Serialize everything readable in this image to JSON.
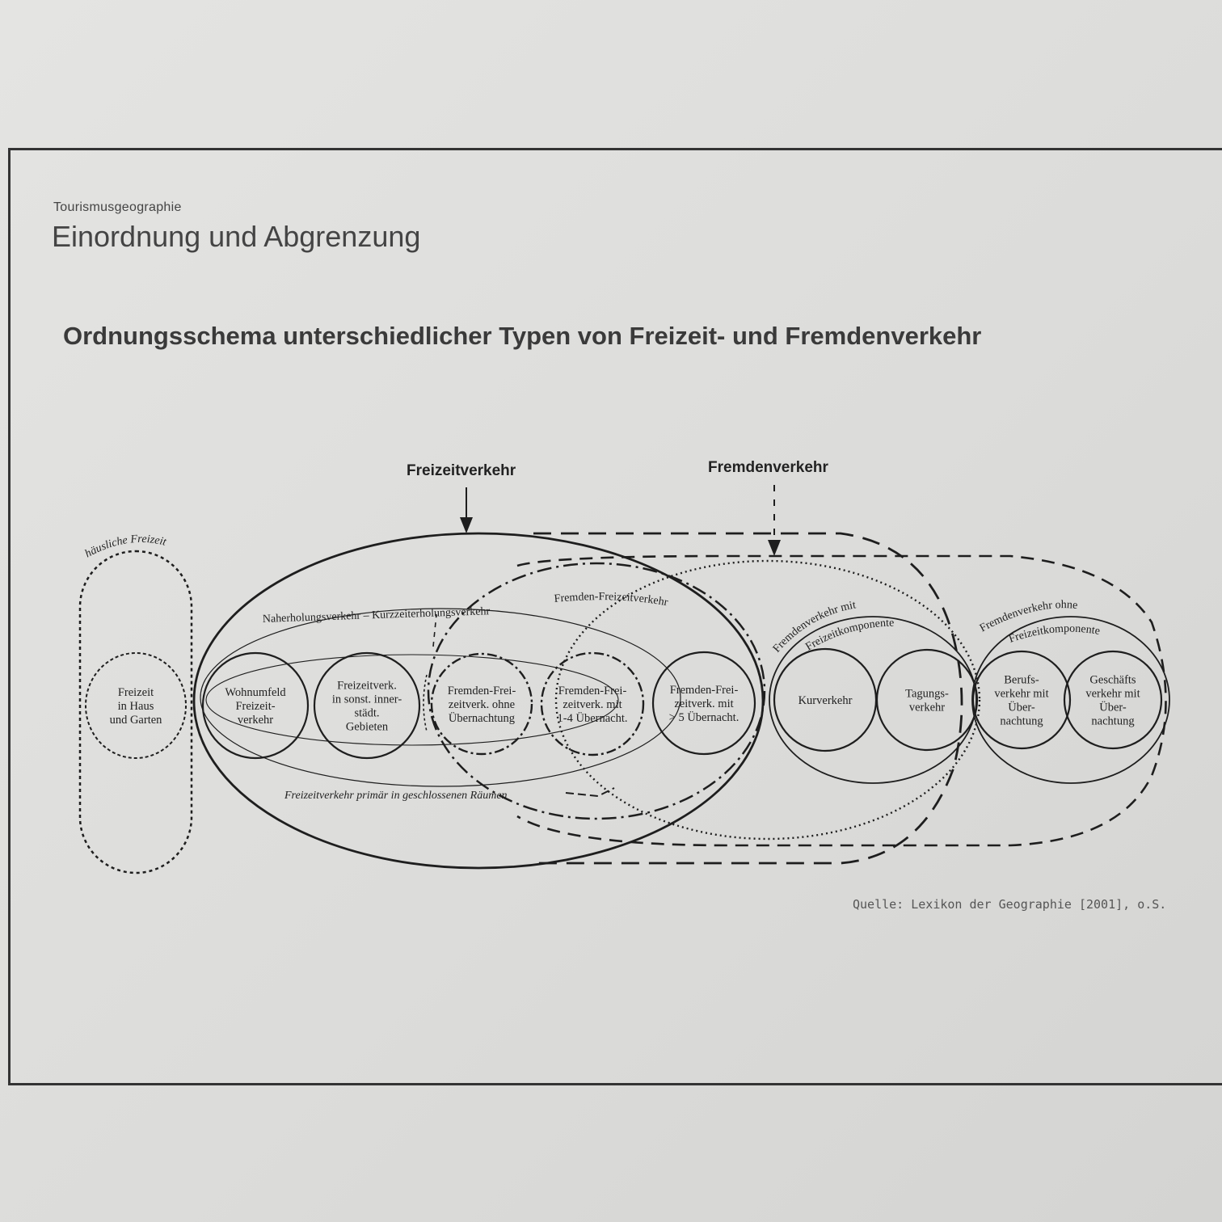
{
  "header": {
    "subtitle": "Tourismusgeographie",
    "title": "Einordnung und Abgrenzung"
  },
  "diagram": {
    "heading": "Ordnungsschema unterschiedlicher Typen von Freizeit- und Fremdenverkehr",
    "top_labels": {
      "freizeitverkehr": "Freizeitverkehr",
      "fremdenverkehr": "Fremdenverkehr"
    },
    "capsule_label": "häusliche Freizeit",
    "band_labels": {
      "naherholung": "Naherholungsverkehr – Kurzzeiterholungsverkehr",
      "fremden_freizeit": "Fremden-Freizeitverkehr",
      "geschlossene_raeume": "Freizeitverkehr primär in geschlossenen Räumen",
      "mit_freizeitkomponente_1": "Fremdenverkehr mit",
      "mit_freizeitkomponente_2": "Freizeitkomponente",
      "ohne_freizeitkomponente_1": "Fremdenverkehr ohne",
      "ohne_freizeitkomponente_2": "Freizeitkomponente"
    },
    "nodes": [
      {
        "lines": [
          "Freizeit",
          "in Haus",
          "und Garten"
        ]
      },
      {
        "lines": [
          "Wohnumfeld",
          "Freizeit-",
          "verkehr"
        ]
      },
      {
        "lines": [
          "Freizeitverk.",
          "in sonst. inner-",
          "städt.",
          "Gebieten"
        ]
      },
      {
        "lines": [
          "Fremden-Frei-",
          "zeitverk. ohne",
          "Übernachtung"
        ]
      },
      {
        "lines": [
          "Fremden-Frei-",
          "zeitverk. mit",
          "1-4 Übernacht."
        ]
      },
      {
        "lines": [
          "Fremden-Frei-",
          "zeitverk. mit",
          "> 5 Übernacht."
        ]
      },
      {
        "lines": [
          "Kurverkehr"
        ]
      },
      {
        "lines": [
          "Tagungs-",
          "verkehr"
        ]
      },
      {
        "lines": [
          "Berufs-",
          "verkehr mit",
          "Über-",
          "nachtung"
        ]
      },
      {
        "lines": [
          "Geschäfts",
          "verkehr mit",
          "Über-",
          "nachtung"
        ]
      }
    ]
  },
  "source": "Quelle: Lexikon der Geographie [2001], o.S."
}
